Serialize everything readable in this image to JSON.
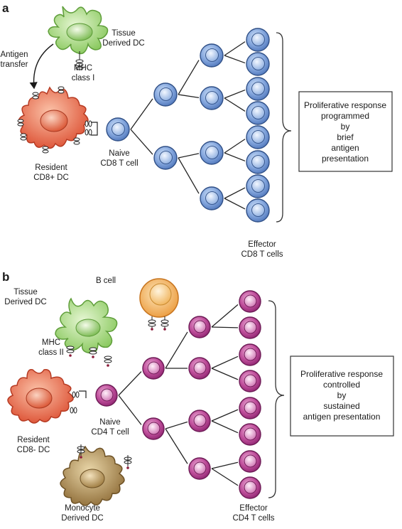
{
  "panel_a": {
    "letter": "a",
    "tissue_dc": [
      "Tissue",
      "Derived DC"
    ],
    "mhc": [
      "MHC",
      "class I"
    ],
    "antigen": [
      "Antigen",
      "transfer"
    ],
    "resident_dc": [
      "Resident",
      "CD8+ DC"
    ],
    "naive": [
      "Naive",
      "CD8 T cell"
    ],
    "effector": [
      "Effector",
      "CD8 T cells"
    ],
    "box": [
      "Proliferative response",
      "programmed",
      "by",
      "brief",
      "antigen",
      "presentation"
    ]
  },
  "panel_b": {
    "letter": "b",
    "b_cell": "B cell",
    "tissue_dc": [
      "Tissue",
      "Derived DC"
    ],
    "mhc": [
      "MHC",
      "class II"
    ],
    "resident_dc": [
      "Resident",
      "CD8- DC"
    ],
    "naive": [
      "Naive",
      "CD4 T cell"
    ],
    "monocyte_dc": [
      "Monocyte",
      "Derived DC"
    ],
    "effector": [
      "Effector",
      "CD4 T cells"
    ],
    "box": [
      "Proliferative response",
      "controlled",
      "by",
      "sustained",
      "antigen presentation"
    ]
  },
  "colors": {
    "cd8_t_cell": "#6b8fd0",
    "cd4_t_cell": "#b23a8c",
    "tissue_dc": "#8ccc5e",
    "resident_dc": "#e0583a",
    "b_cell": "#f0a64a",
    "monocyte_dc": "#9a7a45"
  }
}
